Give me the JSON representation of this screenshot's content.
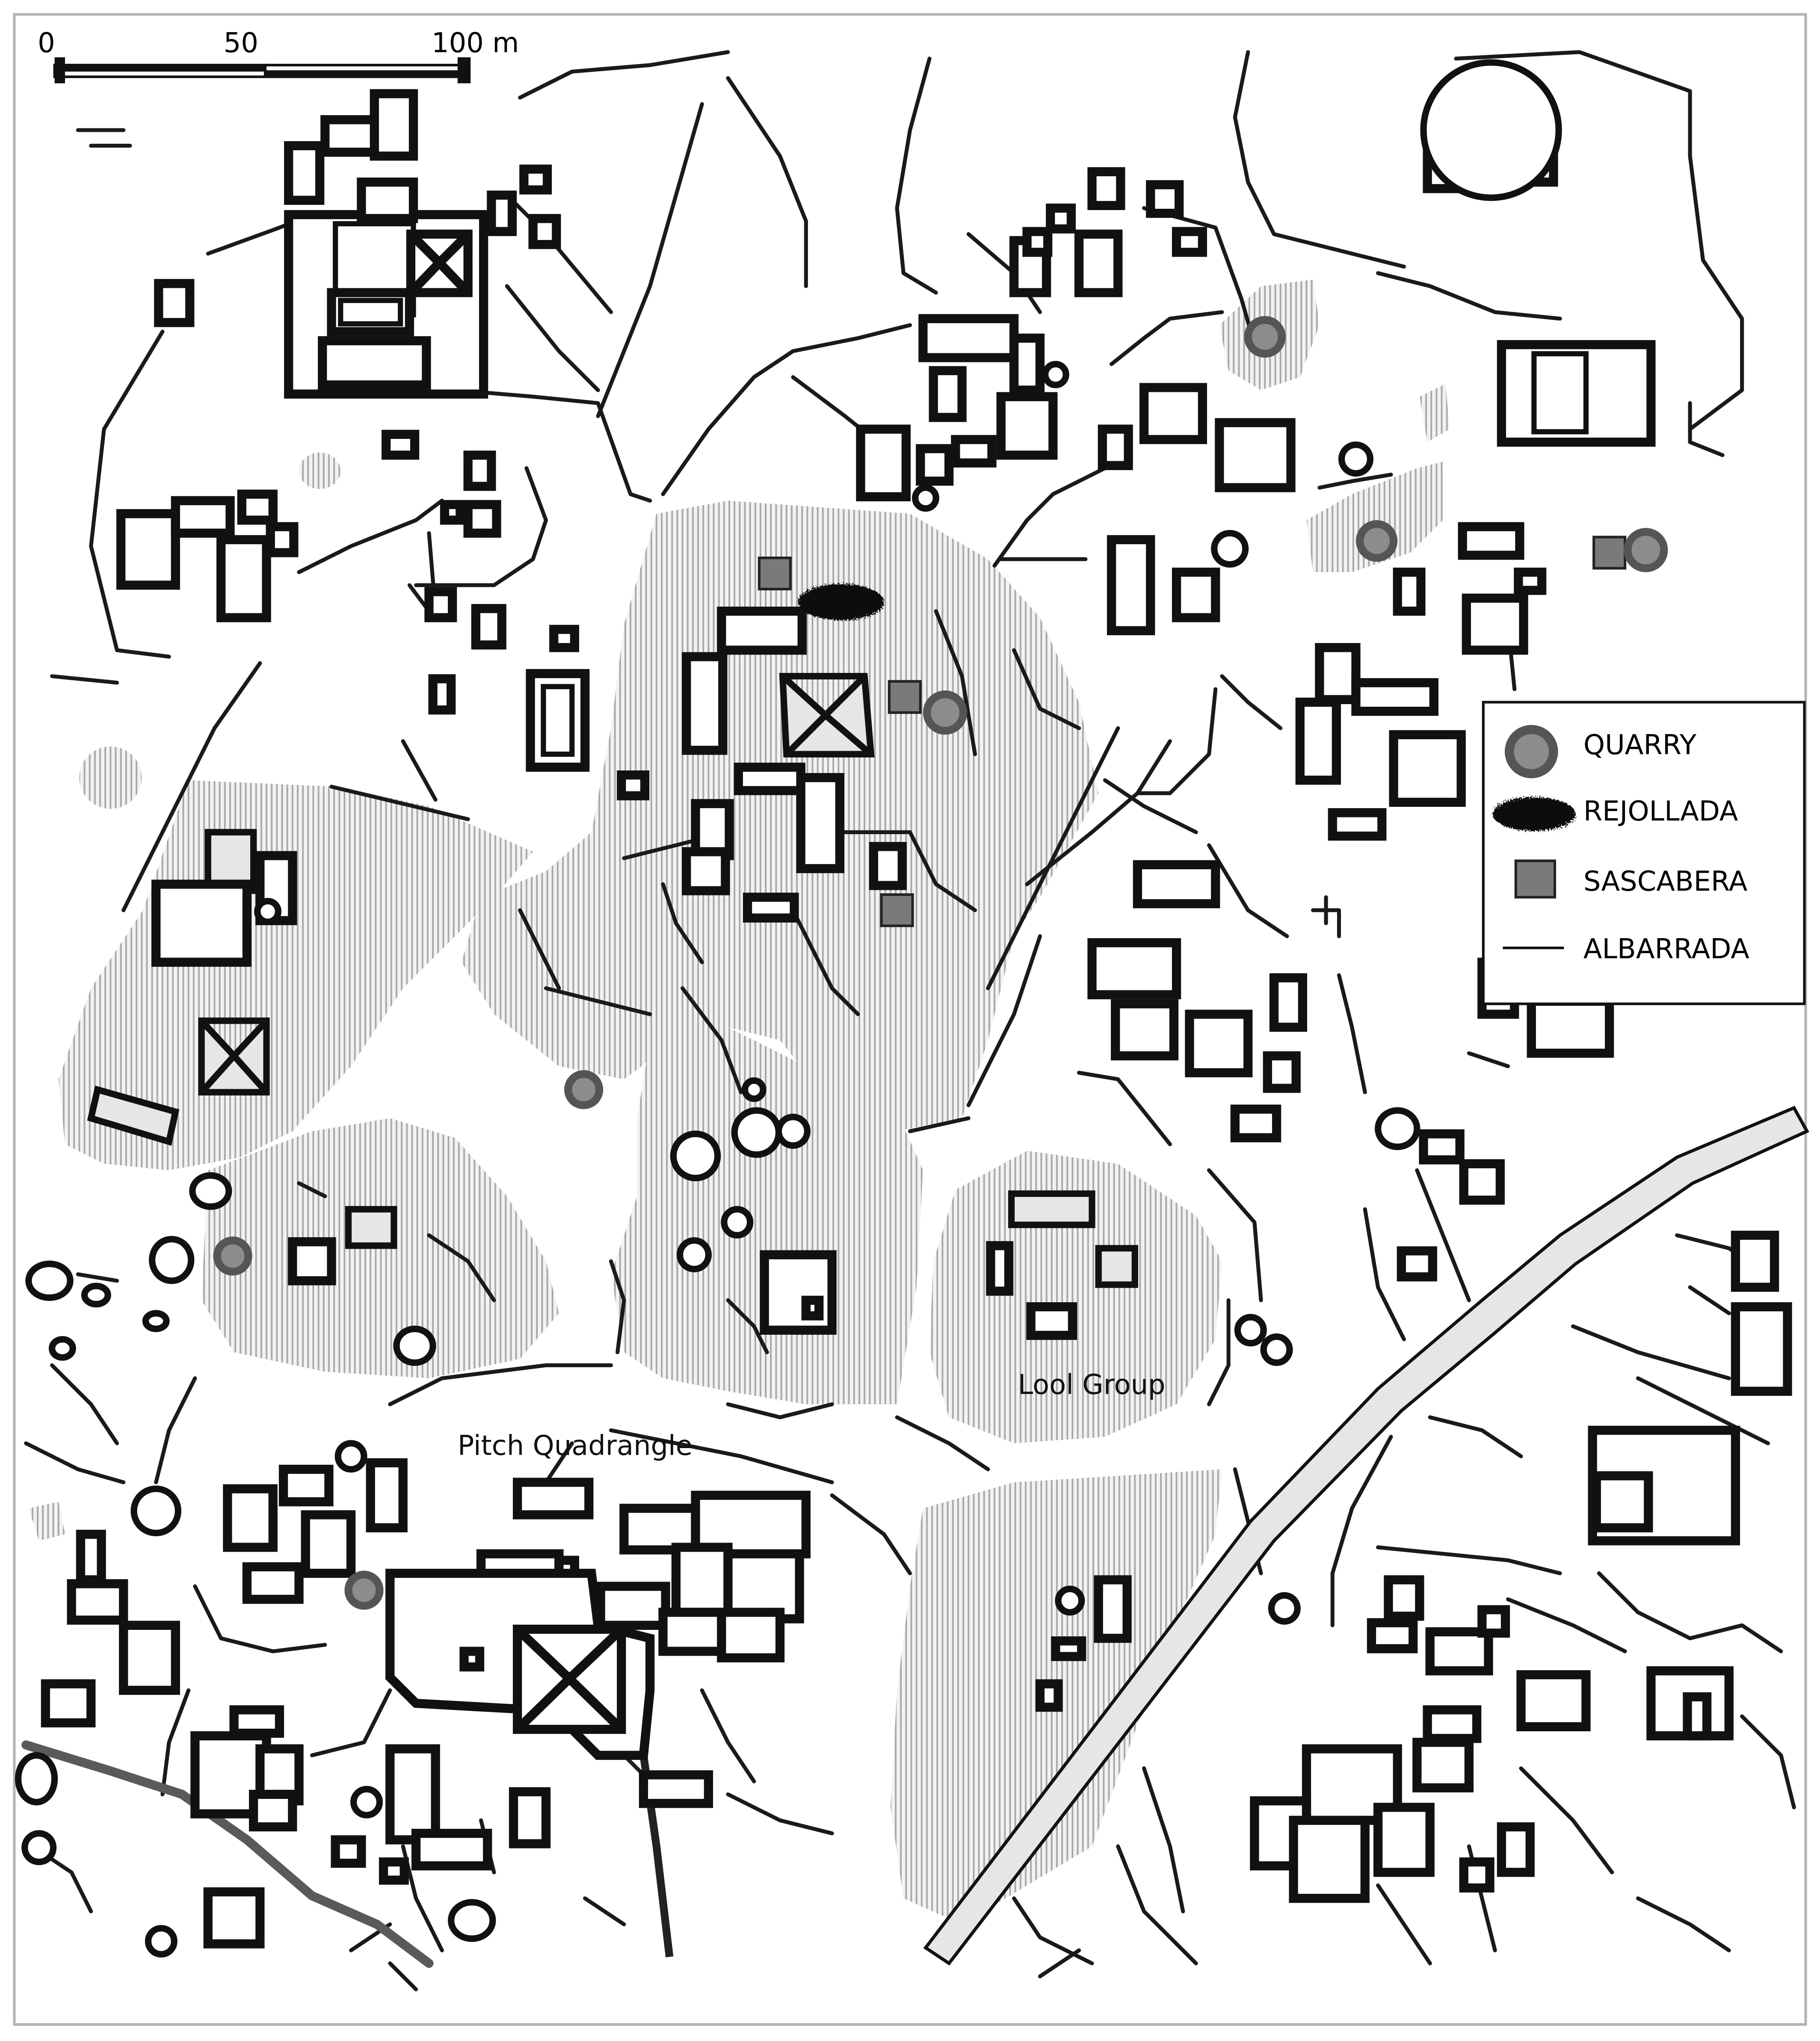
{
  "scale_bar": {
    "ticks": [
      "0",
      "50",
      "100 m"
    ]
  },
  "legend": {
    "items": [
      {
        "label": "QUARRY",
        "symbol": "quarry",
        "color": "#8c8c8c",
        "stroke": "#555555"
      },
      {
        "label": "REJOLLADA",
        "symbol": "rejollada",
        "color": "#111111"
      },
      {
        "label": "SASCABERA",
        "symbol": "sascabera",
        "color": "#7a7a7a"
      },
      {
        "label": "ALBARRADA",
        "symbol": "albarrada",
        "color": "#111111"
      }
    ]
  },
  "labels": {
    "lool_group": "Lool Group",
    "pitch_quadrangle": "Pitch Quadrangle"
  },
  "colors": {
    "hatch_line": "#a8a8a8",
    "road_fill": "#e6e6e6",
    "frame": "#b4b4b4"
  }
}
